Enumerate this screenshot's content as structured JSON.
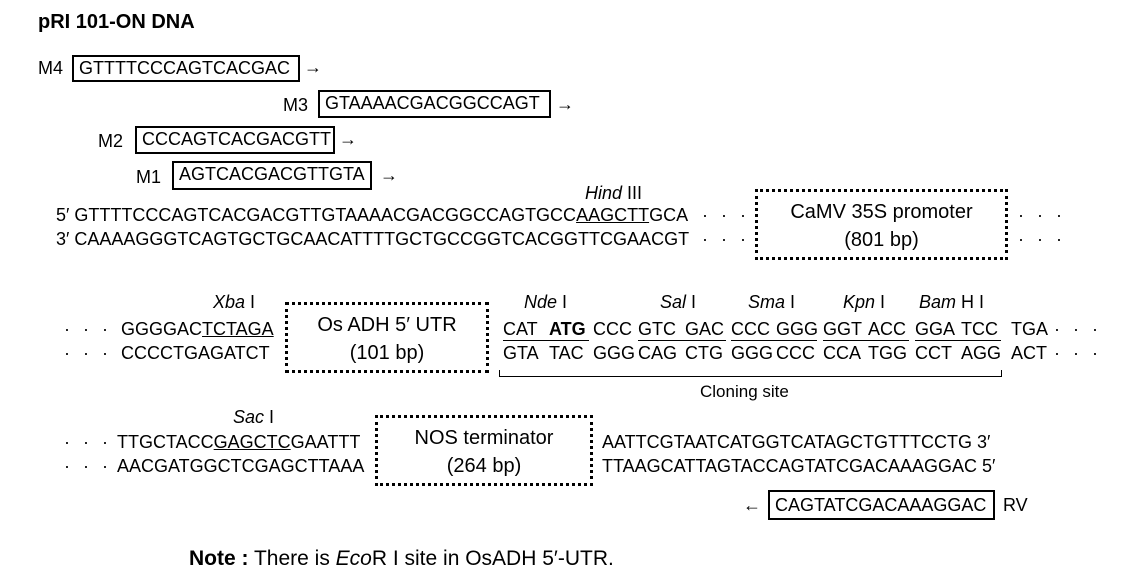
{
  "title": "pRI 101-ON DNA",
  "primers": {
    "m4": {
      "name": "M4",
      "seq": "GTTTTCCCAGTCACGAC"
    },
    "m3": {
      "name": "M3",
      "seq": "GTAAAACGACGGCCAGT"
    },
    "m2": {
      "name": "M2",
      "seq": "CCCAGTCACGACGTT"
    },
    "m1": {
      "name": "M1",
      "seq": "AGTCACGACGTTGTA"
    },
    "rv": {
      "name": "RV",
      "seq": "CAGTATCGACAAAGGAC"
    },
    "arrow_right": "→",
    "arrow_left": "←"
  },
  "row1": {
    "hind": {
      "name_italic": "Hind",
      "name_roman": " III"
    },
    "top_prefix": "5′ GTTTTCCCAGTCACGACGTTGTAAAACGACGGCCAGTGCC",
    "top_site": "AAGCTT",
    "top_suffix": "GCA",
    "bottom": "3′ CAAAAGGGTCAGTGCTGCAACATTTTGCTGCCGGTCACGGTTCGAACGT",
    "ellipsis": "· · ·",
    "promoter": {
      "line1": "CaMV 35S promoter",
      "line2": "(801 bp)"
    }
  },
  "row2": {
    "xba": {
      "name_italic": "Xba",
      "name_roman": " I"
    },
    "top_prefix": "GGGGAC",
    "top_site": "TCTAGA",
    "bottom": "CCCCTGAGATCT",
    "utr": {
      "line1": "Os ADH 5′ UTR",
      "line2": "(101 bp)"
    },
    "sites": [
      {
        "italic": "Nde",
        "roman": " I"
      },
      {
        "italic": "Sal",
        "roman": " I"
      },
      {
        "italic": "Sma",
        "roman": " I"
      },
      {
        "italic": "Kpn",
        "roman": " I"
      },
      {
        "italic": "Bam",
        "roman": " H I"
      }
    ],
    "top_codons": [
      "CAT",
      "ATG",
      "CCC",
      "GTC",
      "GAC",
      "CCC",
      "GGG",
      "GGT",
      "ACC",
      "GGA",
      "TCC",
      "TGA"
    ],
    "bottom_codons": [
      "GTA",
      "TAC",
      "GGG",
      "CAG",
      "CTG",
      "GGG",
      "CCC",
      "CCA",
      "TGG",
      "CCT",
      "AGG",
      "ACT"
    ],
    "cloning_site": "Cloning site"
  },
  "row3": {
    "sac": {
      "name_italic": "Sac",
      "name_roman": " I"
    },
    "top_prefix": "TTGCTACC",
    "top_site": "GAGCTC",
    "top_suffix": "GAATTT",
    "bottom": "AACGATGGCTCGAGCTTAAA",
    "terminator": {
      "line1": "NOS terminator",
      "line2": "(264 bp)"
    },
    "right_top": "AATTCGTAATCATGGTCATAGCTGTTTCCTG 3′",
    "right_bottom": "TTAAGCATTAGTACCAGTATCGACAAAGGAC 5′"
  },
  "note": {
    "label": "Note :",
    "pre": " There is ",
    "italic": "Eco",
    "post": "R I site in OsADH 5′-UTR."
  }
}
